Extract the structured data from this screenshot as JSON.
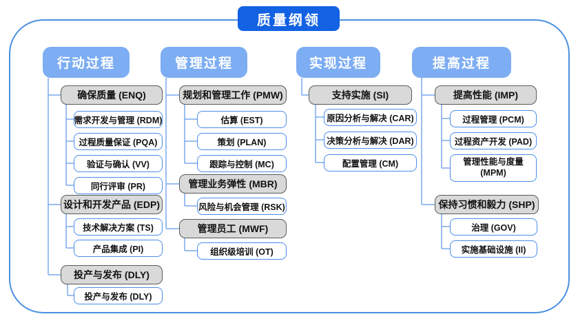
{
  "title": "质量纲领",
  "colors": {
    "title_bg": "#1262e3",
    "column_header_bg": "#7dadf2",
    "group_fill": "#d9d9d9",
    "group_border": "#595959",
    "leaf_border": "#4a8ce8",
    "connector": "#7aa9ec",
    "frame_border": "#4a90e2"
  },
  "columns": [
    {
      "label": "行动过程",
      "groups": [
        {
          "label": "确保质量 (ENQ)",
          "children": [
            "需求开发与管理 (RDM)",
            "过程质量保证 (PQA)",
            "验证与确认 (VV)",
            "同行评审 (PR)"
          ]
        },
        {
          "label": "设计和开发产品 (EDP)",
          "children": [
            "技术解决方案 (TS)",
            "产品集成 (PI)"
          ]
        },
        {
          "label": "投产与发布 (DLY)",
          "children": [
            "投产与发布 (DLY)"
          ]
        }
      ]
    },
    {
      "label": "管理过程",
      "groups": [
        {
          "label": "规划和管理工作 (PMW)",
          "children": [
            "估算 (EST)",
            "策划 (PLAN)",
            "跟踪与控制 (MC)"
          ]
        },
        {
          "label": "管理业务弹性 (MBR)",
          "children": [
            "风险与机会管理 (RSK)"
          ]
        },
        {
          "label": "管理员工 (MWF)",
          "children": [
            "组织级培训 (OT)"
          ]
        }
      ]
    },
    {
      "label": "实现过程",
      "groups": [
        {
          "label": "支持实施 (SI)",
          "children": [
            "原因分析与解决 (CAR)",
            "决策分析与解决 (DAR)",
            "配置管理 (CM)"
          ]
        }
      ]
    },
    {
      "label": "提高过程",
      "groups": [
        {
          "label": "提高性能 (IMP)",
          "children": [
            "过程管理 (PCM)",
            "过程资产开发 (PAD)",
            "管理性能与度量 (MPM)"
          ]
        },
        {
          "label": "保持习惯和毅力 (SHP)",
          "children": [
            "治理 (GOV)",
            "实施基础设施 (II)"
          ]
        }
      ]
    }
  ]
}
